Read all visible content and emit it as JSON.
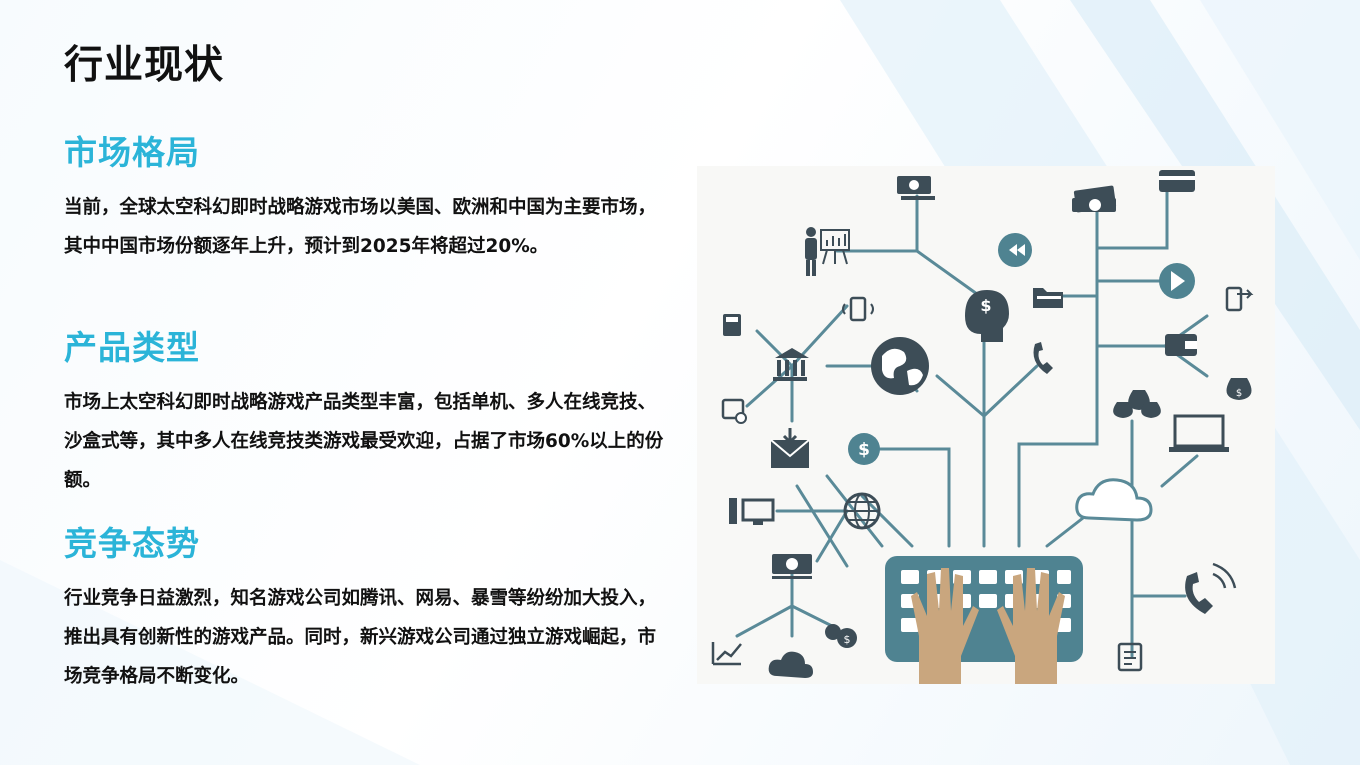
{
  "page": {
    "title": "行业现状"
  },
  "sections": [
    {
      "heading": "市场格局",
      "body": "当前，全球太空科幻即时战略游戏市场以美国、欧洲和中国为主要市场，其中中国市场份额逐年上升，预计到2025年将超过20%。"
    },
    {
      "heading": "产品类型",
      "body": "市场上太空科幻即时战略游戏产品类型丰富，包括单机、多人在线竞技、沙盒式等，其中多人在线竞技类游戏最受欢迎，占据了市场60%以上的份额。"
    },
    {
      "heading": "竞争态势",
      "body": "行业竞争日益激烈，知名游戏公司如腾讯、网易、暴雪等纷纷加大投入，推出具有创新性的游戏产品。同时，新兴游戏公司通过独立游戏崛起，市场竞争格局不断变化。"
    }
  ],
  "colors": {
    "accent": "#2bb4d8",
    "line": "#5a8a98",
    "icon": "#3d4d57",
    "keyboard": "#4f8391",
    "hands": "#c9a67e"
  }
}
